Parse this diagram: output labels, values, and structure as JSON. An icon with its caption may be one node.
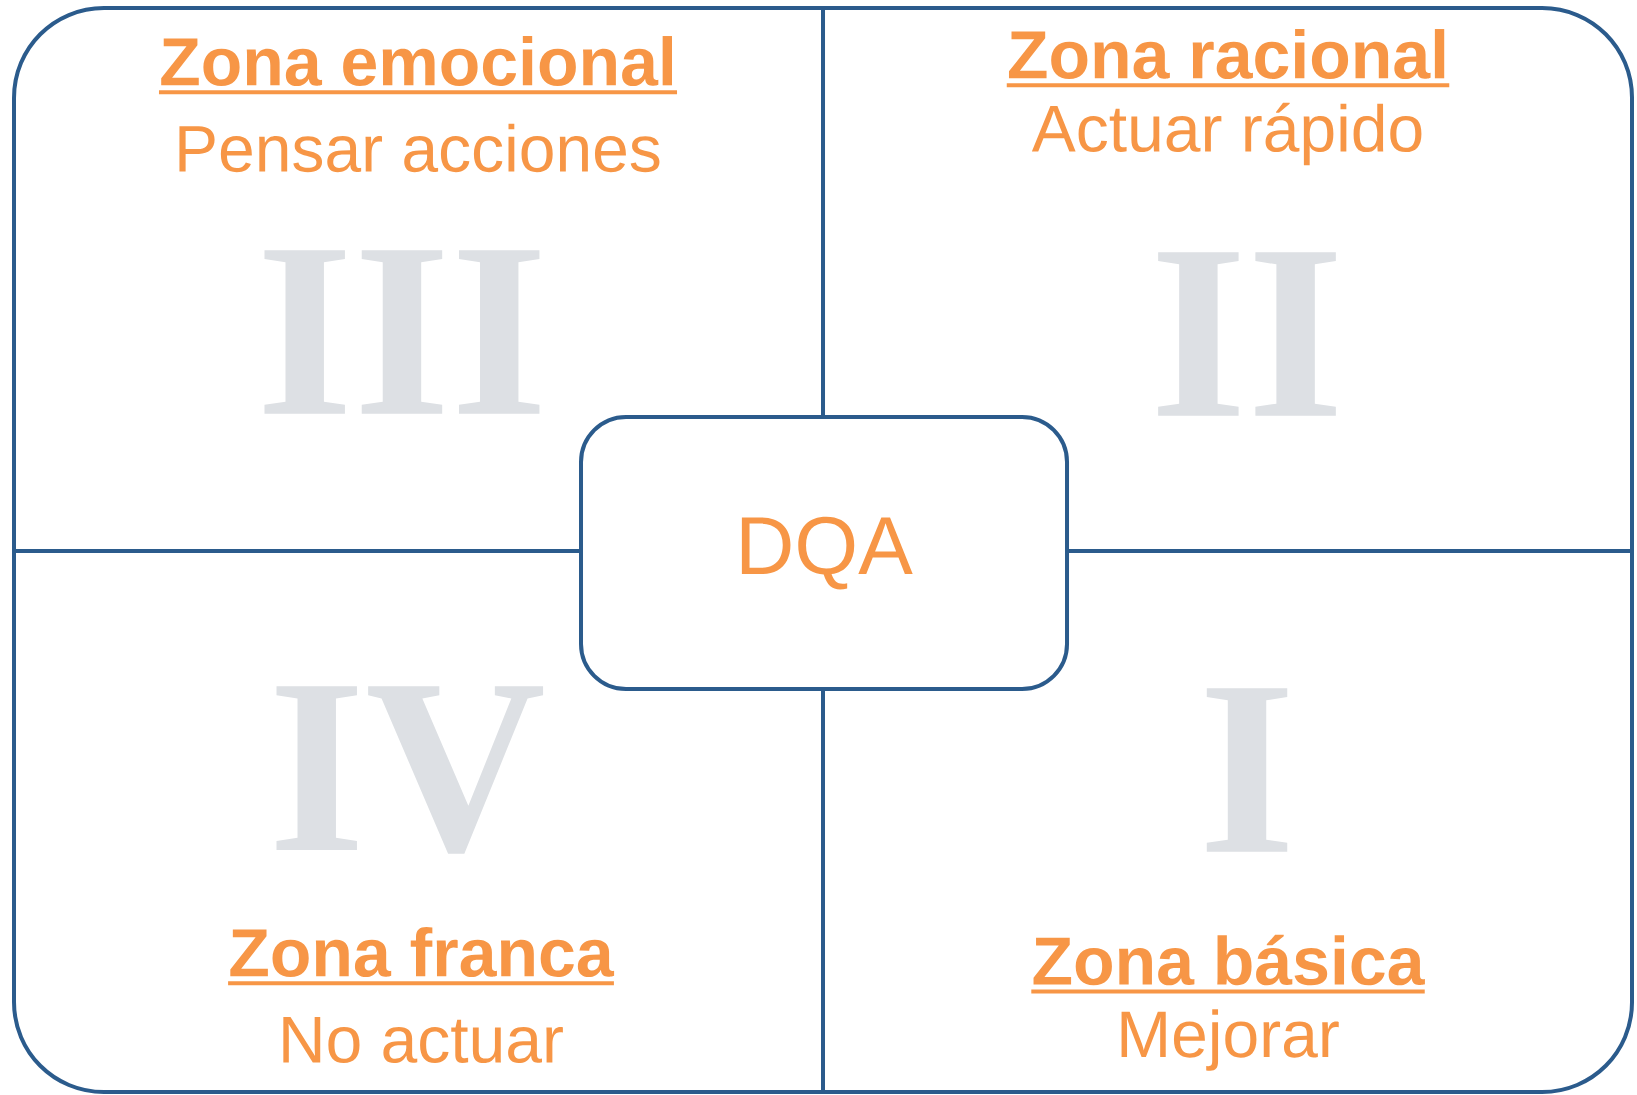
{
  "diagram": {
    "nodes": [
      {
        "text": [
          "Zona emocional",
          "Pensar acciones",
          "III"
        ]
      },
      {
        "text": [
          "Zona racional",
          "Actuar rápido",
          "II"
        ]
      },
      {
        "text": [
          "DQA"
        ]
      },
      {
        "text": [
          "IV",
          "Zona franca",
          "No actuar"
        ]
      },
      {
        "text": [
          "I",
          "Zona básica",
          "Mejorar"
        ]
      }
    ],
    "edges": []
  }
}
